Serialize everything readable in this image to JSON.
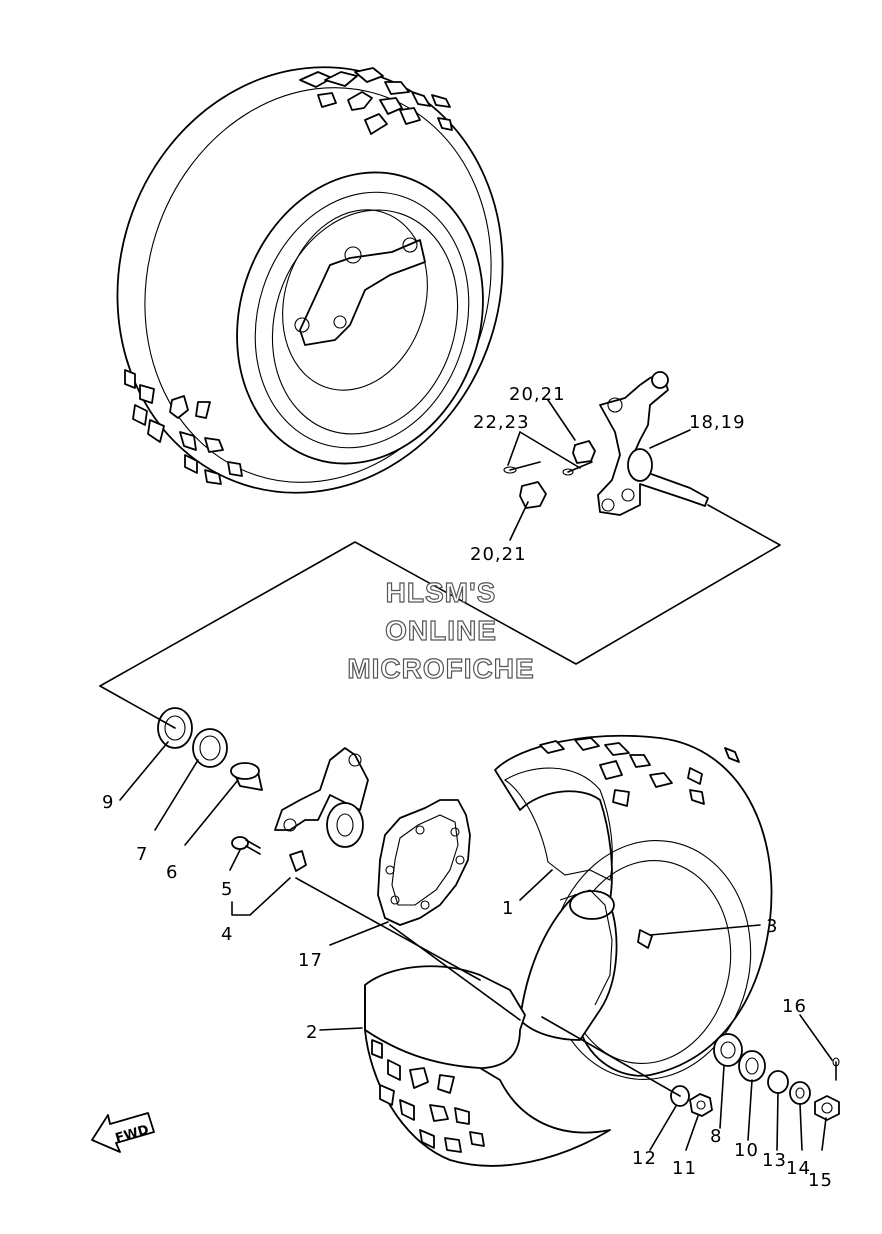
{
  "watermark": {
    "line1": "HLSM'S",
    "line2": "ONLINE",
    "line3": "MICROFICHE"
  },
  "fwd_label": "FWD",
  "callouts": {
    "c1": "1",
    "c2": "2",
    "c3": "3",
    "c4": "4",
    "c5": "5",
    "c6": "6",
    "c7": "7",
    "c8": "8",
    "c9": "9",
    "c10": "10",
    "c11": "11",
    "c12": "12",
    "c13": "13",
    "c14": "14",
    "c15": "15",
    "c16": "16",
    "c17": "17",
    "c18_19": "18,19",
    "c20_21_top": "20,21",
    "c20_21_bottom": "20,21",
    "c22_23": "22,23"
  }
}
